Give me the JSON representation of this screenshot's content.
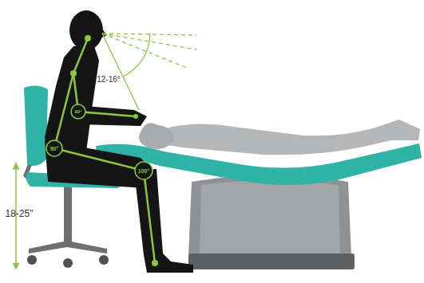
{
  "diagram": {
    "labels": [
      "12-16°",
      "90°",
      "90°",
      "100°",
      "18-25\""
    ]
  }
}
